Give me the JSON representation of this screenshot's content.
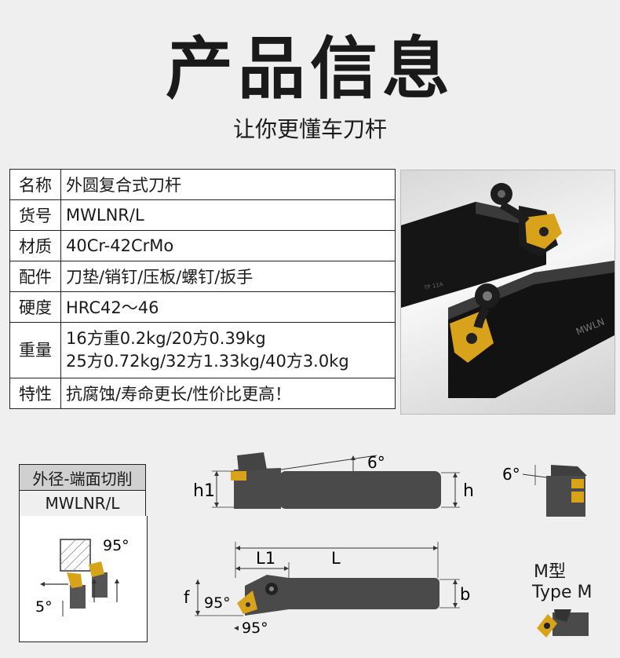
{
  "header": {
    "title": "产品信息",
    "subtitle": "让你更懂车刀杆"
  },
  "specs": [
    {
      "key": "名称",
      "value": "外圆复合式刀杆"
    },
    {
      "key": "货号",
      "value": "MWLNR/L"
    },
    {
      "key": "材质",
      "value": "40Cr-42CrMo"
    },
    {
      "key": "配件",
      "value": "刀垫/销钉/压板/螺钉/扳手"
    },
    {
      "key": "硬度",
      "value": "HRC42～46"
    },
    {
      "key": "重量",
      "value": "16方重0.2kg/20方0.39kg",
      "value2": "25方0.72kg/32方1.33kg/40方3.0kg"
    },
    {
      "key": "特性",
      "value": "抗腐蚀/寿命更长/性价比更高！"
    }
  ],
  "photo": {
    "marking1": "MWLN",
    "marking2": "TP 11A"
  },
  "diagram": {
    "type_label": "外径-端面切削",
    "model": "MWLNR/L",
    "angle_95": "95°",
    "angle_5": "5°",
    "angle_6": "6°",
    "h1": "h1",
    "h": "h",
    "L1": "L1",
    "L": "L",
    "f": "f",
    "b": "b",
    "insert_type_cn": "M型",
    "insert_type_en": "Type M"
  },
  "colors": {
    "insert_gold": "#d9a21b",
    "body_dark": "#4a4a4a",
    "photo_bar": "#161616"
  }
}
